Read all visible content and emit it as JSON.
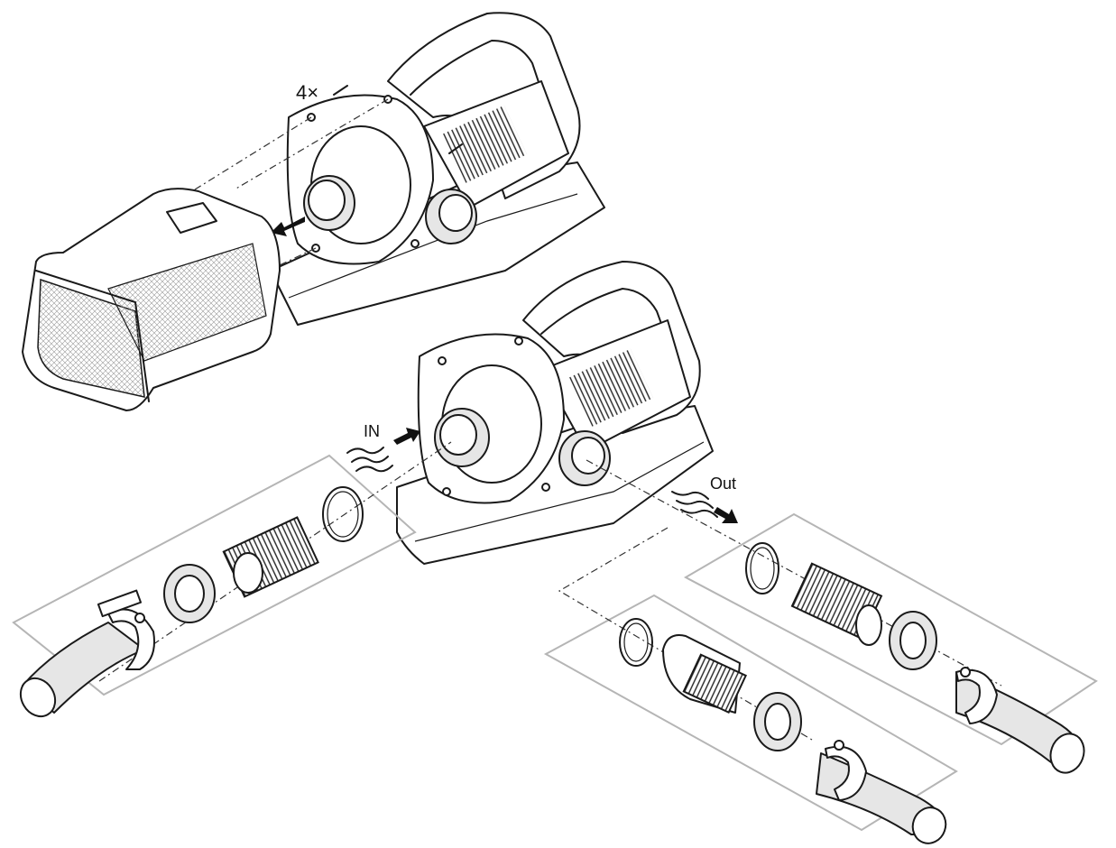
{
  "labels": {
    "screw_count": "4×",
    "inlet": "IN",
    "outlet": "Out"
  },
  "icons": [
    "screw-icon",
    "flow-arrow-icon",
    "wave-icon"
  ]
}
